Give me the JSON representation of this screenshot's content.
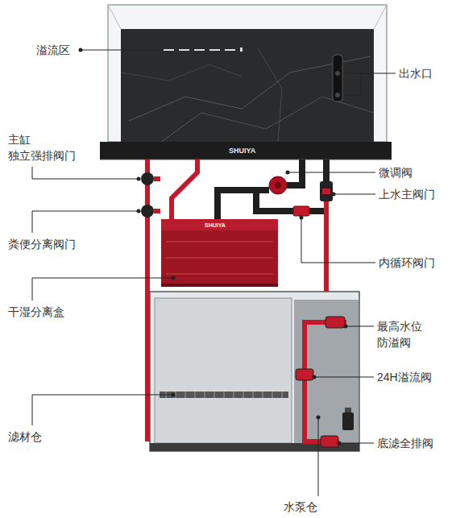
{
  "diagram": {
    "labels": [
      "溢流区",
      "出水口",
      "主缸 独立强排阀门",
      "微调阀",
      "上水主阀门",
      "粪便分离阀门",
      "内循环阀门",
      "干湿分离盒",
      "最高水位 防溢阀",
      "24H溢流阀",
      "滤材仓",
      "底滤全排阀",
      "水泵仓",
      "SHUIYA",
      "SHUIYA"
    ]
  }
}
